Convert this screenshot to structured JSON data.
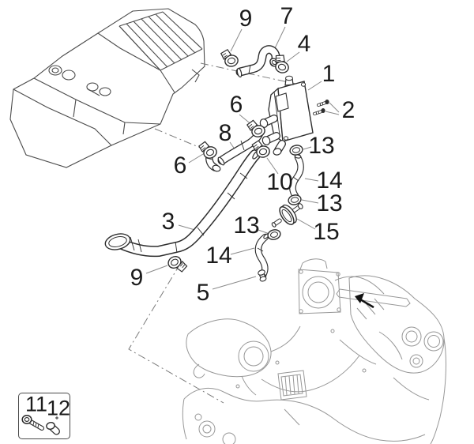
{
  "diagram": {
    "type": "exploded-parts-diagram",
    "background": "#ffffff",
    "colors": {
      "part_line": "#2d2d2d",
      "engine_line": "#979797",
      "airbox_line": "#4b4b4b",
      "leader_line": "#8a8a8a",
      "centerline": "#7a7a7a",
      "label_text": "#1b1b1b",
      "legend_border": "#4a4a4a",
      "arrow": "#111111"
    },
    "callouts": [
      {
        "label": "9"
      },
      {
        "label": "7"
      },
      {
        "label": "4"
      },
      {
        "label": "1"
      },
      {
        "label": "2"
      },
      {
        "label": "6"
      },
      {
        "label": "8"
      },
      {
        "label": "6"
      },
      {
        "label": "13"
      },
      {
        "label": "10"
      },
      {
        "label": "14"
      },
      {
        "label": "13"
      },
      {
        "label": "3"
      },
      {
        "label": "15"
      },
      {
        "label": "13"
      },
      {
        "label": "14"
      },
      {
        "label": "9"
      },
      {
        "label": "5"
      }
    ],
    "legend": {
      "labels": [
        "11",
        "12"
      ]
    }
  }
}
